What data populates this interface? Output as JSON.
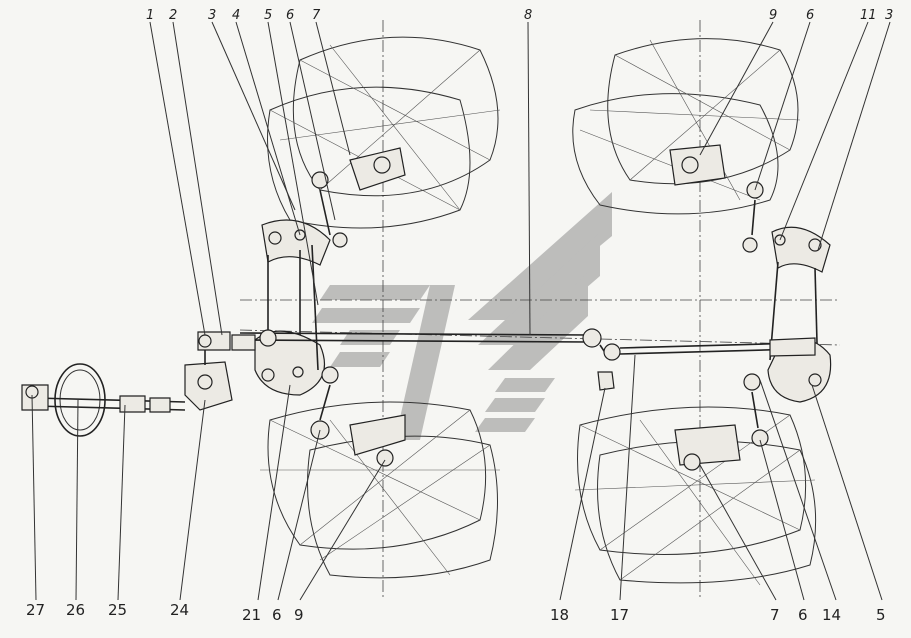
{
  "diagram": {
    "top_labels": [
      "1",
      "2",
      "3",
      "4",
      "5",
      "6",
      "7",
      "8",
      "9",
      "6",
      "11",
      "3"
    ],
    "bottom_labels": [
      "27",
      "26",
      "25",
      "24",
      "21",
      "6",
      "9",
      "18",
      "17",
      "7",
      "6",
      "14",
      "5"
    ]
  },
  "colors": {
    "line": "#222222",
    "background": "#f6f6f3",
    "watermark": "#8f8f8f"
  }
}
